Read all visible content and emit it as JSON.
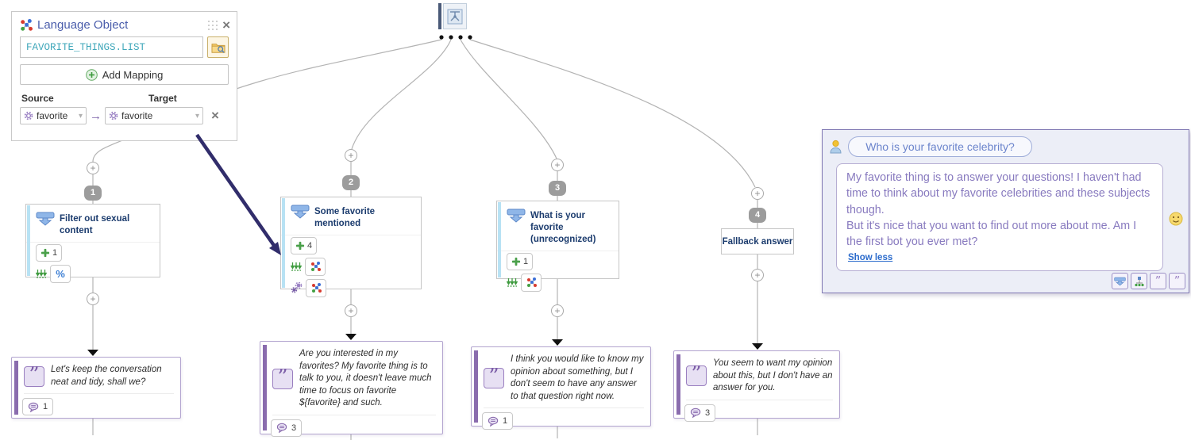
{
  "icons": {
    "plus": "+",
    "close": "×",
    "caret_down": "▾",
    "arrow_right": "→",
    "percent": "%",
    "quote": "”"
  },
  "language_object_panel": {
    "title": "Language Object",
    "name_value": "FAVORITE_THINGS.LIST",
    "add_mapping_label": "Add Mapping",
    "source_label": "Source",
    "target_label": "Target",
    "mapping": {
      "source_value": "favorite",
      "target_value": "favorite"
    }
  },
  "flow": {
    "branches": [
      {
        "badge": "1",
        "title": "Filter out sexual content",
        "match_count": "1"
      },
      {
        "badge": "2",
        "title": "Some favorite mentioned",
        "match_count": "4"
      },
      {
        "badge": "3",
        "title": "What is your favorite (unrecognized)",
        "match_count": "1"
      },
      {
        "badge": "4",
        "title": "Fallback answer"
      }
    ],
    "answers": [
      {
        "text": "Let's keep the conversation neat and tidy, shall we?",
        "count": "1"
      },
      {
        "text": "Are you interested in my favorites? My favorite thing is to talk to you, it doesn't leave much time to focus on favorite ${favorite} and such.",
        "count": "3"
      },
      {
        "text": "I think you would like to know my opinion about something, but I don't seem to have any answer to that question right now.",
        "count": "1"
      },
      {
        "text": "You seem to want my opinion about this, but I don't have an answer for you.",
        "count": "3"
      }
    ]
  },
  "chat_panel": {
    "user_message": "Who is your favorite celebrity?",
    "bot_paragraph_1": "My favorite thing is to answer your questions! I haven't had time to think about my favorite celebrities and these subjects though.",
    "bot_paragraph_2": "But it's nice that you want to find out more about me. Am I the first bot you ever met?",
    "show_less_label": "Show less"
  },
  "colors": {
    "connector_gray": "#b3b3b3",
    "navy_arrow": "#312d6b",
    "answer_purple": "#8a6cae",
    "node_blue": "#8fb6e8",
    "link_blue": "#2b6bcc",
    "lo_teal": "#3fa7ba"
  }
}
